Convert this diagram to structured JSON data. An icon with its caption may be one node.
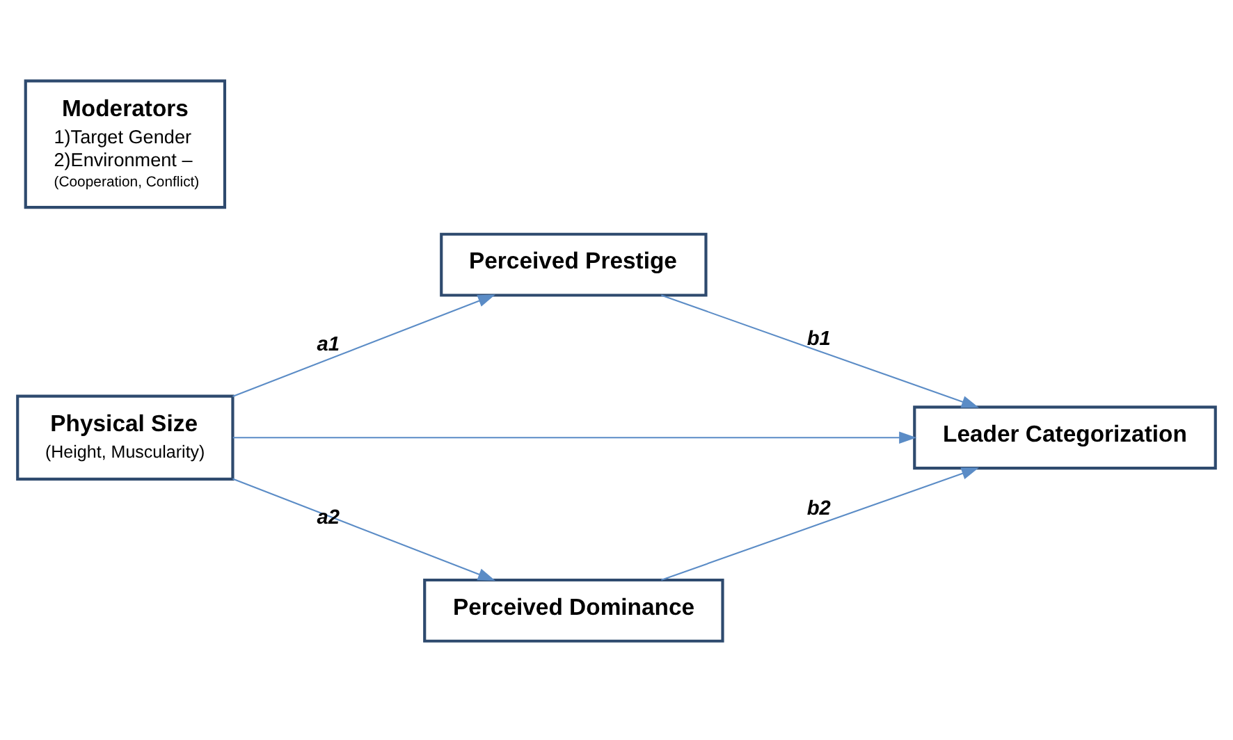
{
  "diagram": {
    "nodes": [
      {
        "text": [
          "Moderators",
          "1)Target Gender",
          "2)Environment –",
          "(Cooperation, Conflict)"
        ]
      },
      {
        "text": [
          "Physical Size",
          "(Height, Muscularity)"
        ]
      },
      {
        "text": [
          "Perceived Prestige"
        ]
      },
      {
        "text": [
          "Perceived Dominance"
        ]
      },
      {
        "text": [
          "Leader Categorization"
        ]
      }
    ],
    "edges": [
      {
        "from": 1,
        "to": 2,
        "arrow": "to",
        "label": "a1"
      },
      {
        "from": 1,
        "to": 3,
        "arrow": "to",
        "label": "a2"
      },
      {
        "from": 2,
        "to": 4,
        "arrow": "to",
        "label": "b1"
      },
      {
        "from": 3,
        "to": 4,
        "arrow": "to",
        "label": "b2"
      },
      {
        "from": 1,
        "to": 4,
        "arrow": "to"
      }
    ]
  }
}
